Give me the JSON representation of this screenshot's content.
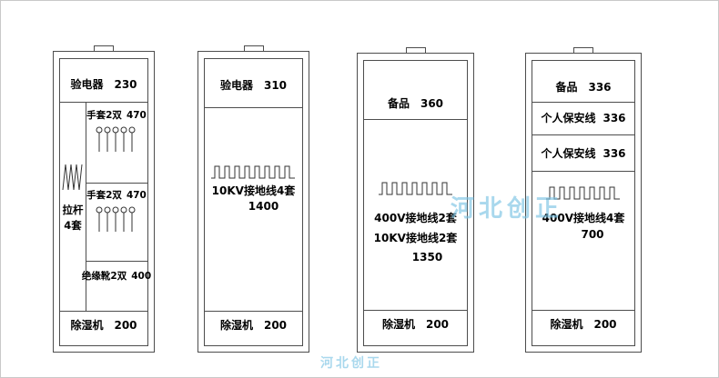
{
  "diagram_title": "safety tool cabinet layout drawing",
  "watermark": {
    "text": "河北创正",
    "color": "#7cc4e4"
  },
  "icons": {
    "cabinet-handle-icon": "small rectangular notch at cabinet top",
    "spring-icon": "vertical zigzag coil glyph",
    "hook-pins-icon": "row of round-head hanging pins",
    "ground-wire-symbol": "square-wave comb line"
  },
  "cabinets": [
    {
      "name": "cabinet-1",
      "top": {
        "label": "验电器",
        "value": "230"
      },
      "pull_rod": {
        "line1": "拉杆",
        "line2": "4套"
      },
      "rows": [
        {
          "label": "手套2双",
          "value": "470"
        },
        {
          "label": "手套2双",
          "value": "470"
        },
        {
          "label": "绝缘靴2双",
          "value": "400"
        }
      ],
      "bottom": {
        "label": "除湿机",
        "value": "200"
      }
    },
    {
      "name": "cabinet-2",
      "top": {
        "label": "验电器",
        "value": "310"
      },
      "middle": {
        "line1": "10KV接地线4套",
        "value": "1400"
      },
      "bottom": {
        "label": "除湿机",
        "value": "200"
      }
    },
    {
      "name": "cabinet-3",
      "top": {
        "label": "备品",
        "value": "360"
      },
      "middle": {
        "line1": "400V接地线2套",
        "line2": "10KV接地线2套",
        "value": "1350"
      },
      "bottom": {
        "label": "除湿机",
        "value": "200"
      }
    },
    {
      "name": "cabinet-4",
      "top": {
        "label": "备品",
        "value": "336"
      },
      "rows": [
        {
          "label": "个人保安线",
          "value": "336"
        },
        {
          "label": "个人保安线",
          "value": "336"
        }
      ],
      "middle": {
        "line1": "400V接地线4套",
        "value": "700"
      },
      "bottom": {
        "label": "除湿机",
        "value": "200"
      }
    }
  ]
}
